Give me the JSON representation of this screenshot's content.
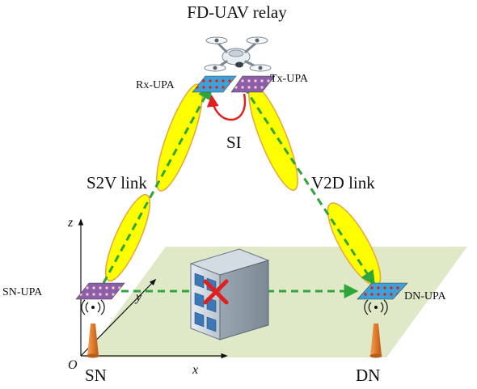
{
  "labels": {
    "relay": "FD-UAV relay",
    "rx_upa": "Rx-UPA",
    "tx_upa": "Tx-UPA",
    "si": "SI",
    "s2v_link": "S2V link",
    "v2d_link": "V2D link",
    "sn_upa": "SN-UPA",
    "dn_upa": "DN-UPA",
    "sn": "SN",
    "dn": "DN",
    "axis_z": "z",
    "axis_y": "y",
    "axis_x": "x",
    "origin": "O"
  },
  "colors": {
    "ground": "#dfe9c8",
    "beam_fill": "#ffff00",
    "beam_edge": "#e8a53a",
    "link_dash": "#2ea63a",
    "si_arrow": "#e0201e",
    "upa_fill": "#3aa2d8",
    "upa_dot": "#e0201e",
    "upa_dot_alt": "#8a4a9a",
    "antenna": "#e58a3a",
    "block_mark": "#e0201e"
  }
}
